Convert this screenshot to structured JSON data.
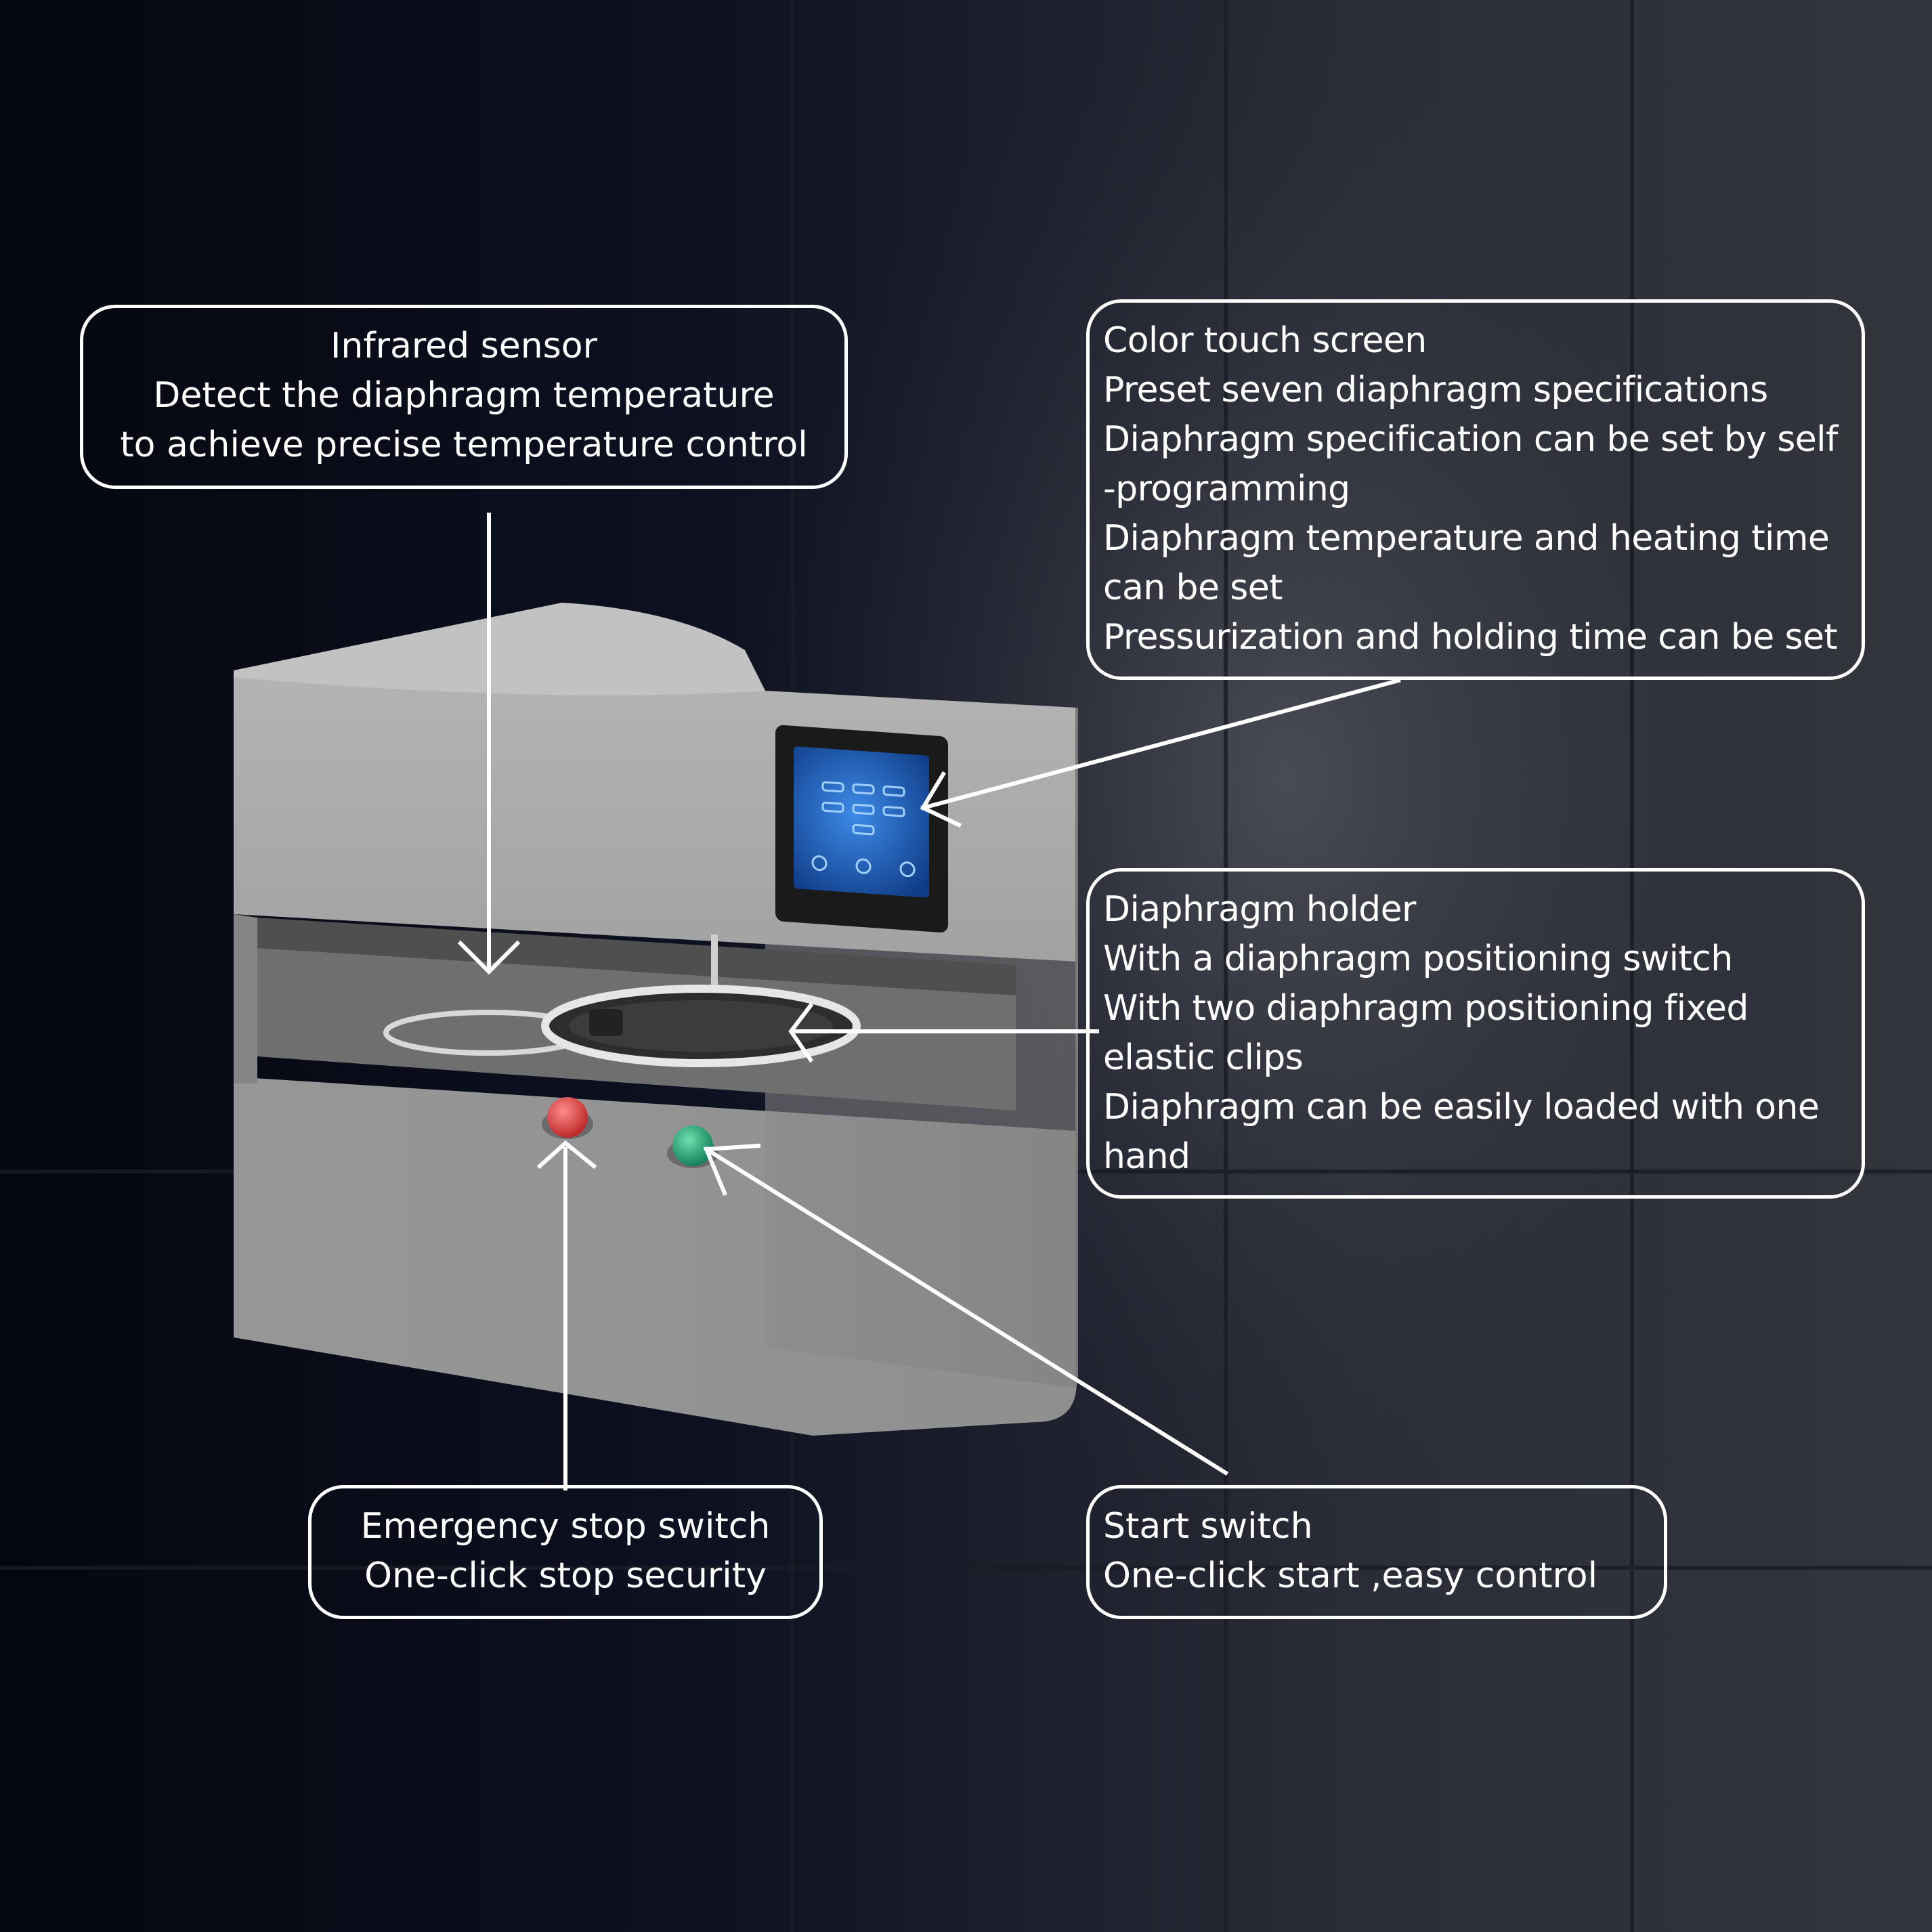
{
  "callouts": {
    "infrared_sensor": {
      "lines": [
        "Infrared sensor",
        "Detect the diaphragm temperature",
        "to achieve precise temperature control"
      ]
    },
    "touch_screen": {
      "lines": [
        "Color touch screen",
        "Preset seven diaphragm specifications",
        "Diaphragm specification can be set by self",
        "-programming",
        "Diaphragm temperature and heating time",
        "can be set",
        "Pressurization and holding time can be set"
      ]
    },
    "diaphragm_holder": {
      "lines": [
        "Diaphragm holder",
        "With a diaphragm positioning switch",
        "With two diaphragm positioning fixed",
        "elastic clips",
        "Diaphragm can be easily loaded with one",
        "hand"
      ]
    },
    "emergency_stop": {
      "lines": [
        "Emergency stop switch",
        "One-click stop security"
      ]
    },
    "start_switch": {
      "lines": [
        "Start switch",
        "One-click start ,easy control"
      ]
    }
  },
  "colors": {
    "background": "#16181f",
    "machine_body": "#9a9a9a",
    "stroke": "#ffffff",
    "emergency_button": "#d23a3a",
    "start_button": "#1f9a6a",
    "screen": "#1d5fb8"
  },
  "icons": {
    "emergency_button": "red-round-button",
    "start_button": "green-round-button"
  }
}
